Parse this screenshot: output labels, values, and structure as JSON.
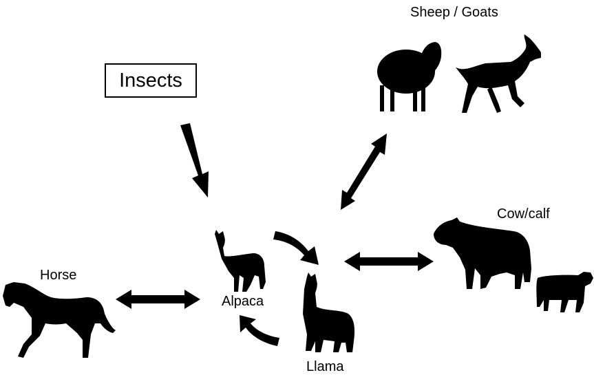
{
  "labels": {
    "insects": "Insects",
    "sheep_goats": "Sheep / Goats",
    "cow_calf": "Cow/calf",
    "horse": "Horse",
    "alpaca": "Alpaca",
    "llama": "Llama"
  },
  "colors": {
    "ink": "#000000",
    "background": "#ffffff"
  }
}
